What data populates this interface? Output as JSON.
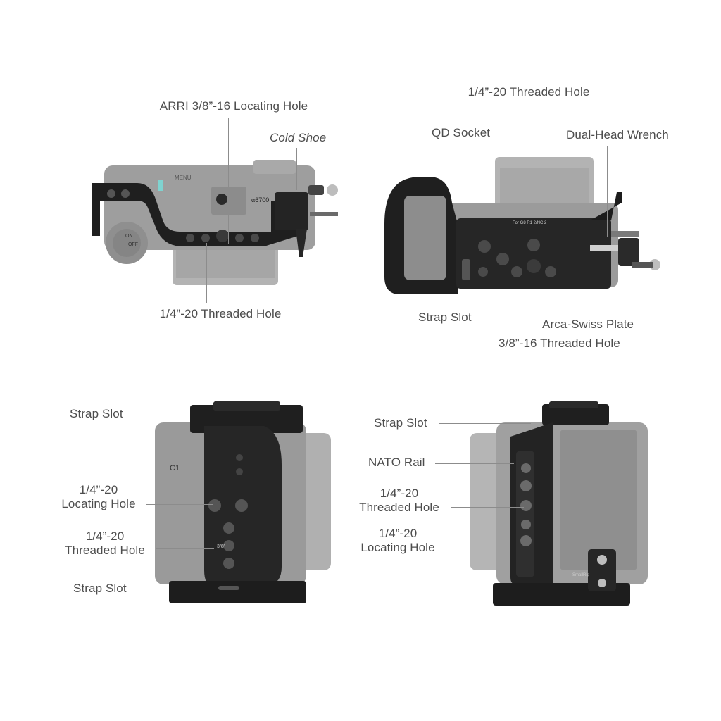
{
  "top_left": {
    "arri_hole": "ARRI 3/8”-16 Locating Hole",
    "cold_shoe": "Cold Shoe",
    "threaded_hole": "1/4”-20 Threaded Hole",
    "camera_model": "α6700",
    "menu_mark": "MENU",
    "on_mark": "ON",
    "off_mark": "OFF"
  },
  "top_right": {
    "threaded_hole_top": "1/4”-20 Threaded Hole",
    "qd_socket": "QD Socket",
    "wrench": "Dual-Head Wrench",
    "strap_slot": "Strap Slot",
    "arca_plate": "Arca-Swiss Plate",
    "threaded_hole_38": "3/8”-16 Threaded Hole",
    "plate_mark": "For G8 R1 2/NC 2"
  },
  "bottom_left": {
    "strap_slot_top": "Strap Slot",
    "locating_hole_l1": "1/4”-20",
    "locating_hole_l2": "Locating Hole",
    "threaded_hole_l1": "1/4”-20",
    "threaded_hole_l2": "Threaded Hole",
    "strap_slot_bottom": "Strap Slot",
    "c1_mark": "C1",
    "hole_mark": "3/8”"
  },
  "bottom_right": {
    "strap_slot": "Strap Slot",
    "nato_rail": "NATO Rail",
    "threaded_hole_l1": "1/4”-20",
    "threaded_hole_l2": "Threaded Hole",
    "locating_hole_l1": "1/4”-20",
    "locating_hole_l2": "Locating Hole",
    "brand_mark": "SmallRig"
  }
}
